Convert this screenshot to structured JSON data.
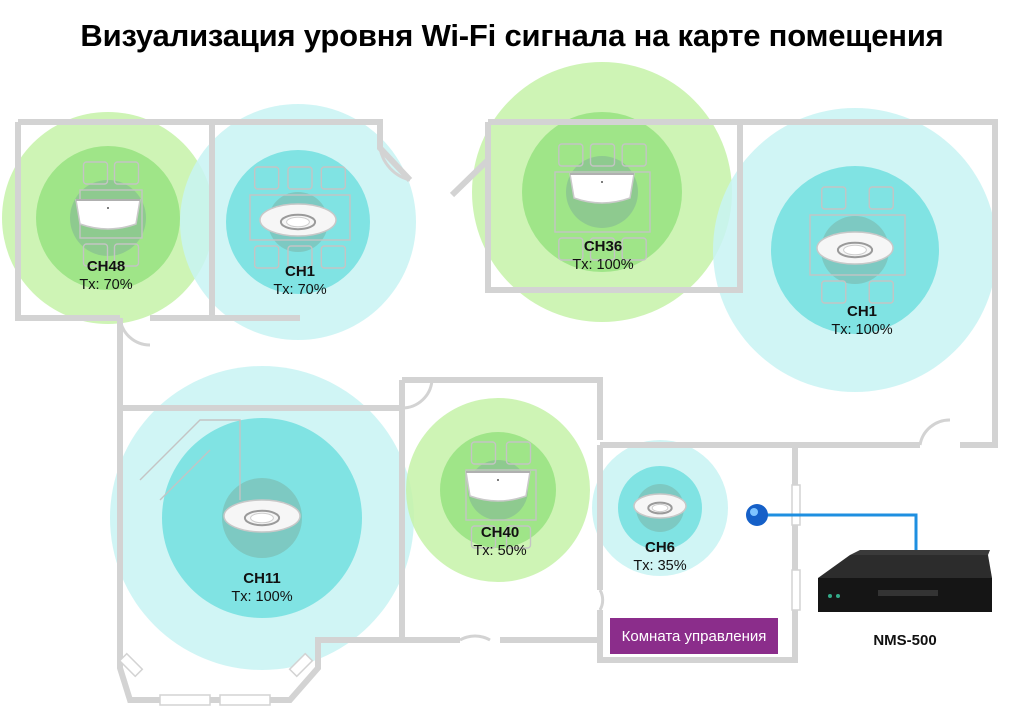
{
  "title": "Визуализация уровня Wi-Fi сигнала на карте помещения",
  "colors": {
    "band_5ghz_outer": "#c6f2a8",
    "band_5ghz_inner": "#8fe07a",
    "band_24ghz_outer": "#c8f3f3",
    "band_24ghz_inner": "#66dcdc",
    "wall": "#d3d3d3",
    "control_room": "#8b2d8b",
    "cable": "#1e8fe0",
    "port": "#1560c8"
  },
  "access_points": [
    {
      "id": "ap-ch48",
      "channel": "CH48",
      "tx": "Tx: 70%",
      "band": "5ghz",
      "model": "square-icon"
    },
    {
      "id": "ap-ch1-a",
      "channel": "CH1",
      "tx": "Tx: 70%",
      "band": "24ghz",
      "model": "round-icon"
    },
    {
      "id": "ap-ch36",
      "channel": "CH36",
      "tx": "Tx: 100%",
      "band": "5ghz",
      "model": "square-icon"
    },
    {
      "id": "ap-ch1-b",
      "channel": "CH1",
      "tx": "Tx: 100%",
      "band": "24ghz",
      "model": "round-icon"
    },
    {
      "id": "ap-ch11",
      "channel": "CH11",
      "tx": "Tx: 100%",
      "band": "24ghz",
      "model": "round-icon"
    },
    {
      "id": "ap-ch40",
      "channel": "CH40",
      "tx": "Tx: 50%",
      "band": "5ghz",
      "model": "square-icon"
    },
    {
      "id": "ap-ch6",
      "channel": "CH6",
      "tx": "Tx: 35%",
      "band": "24ghz",
      "model": "round-icon"
    }
  ],
  "control_room": {
    "label": "Комната управления"
  },
  "device": {
    "label": "NMS-500"
  }
}
